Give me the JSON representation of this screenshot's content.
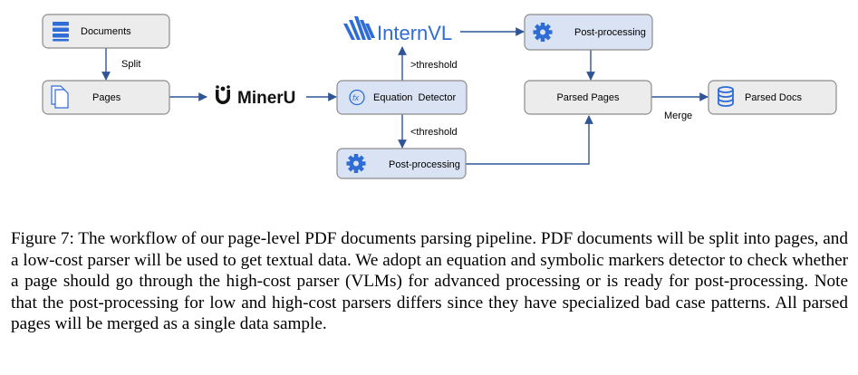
{
  "diagram": {
    "nodes": {
      "documents": "Documents",
      "pages": "Pages",
      "equation_detector": "Equation  Detector",
      "post_processing_high": "Post-processing",
      "post_processing_low": "Post-processing",
      "parsed_pages": "Parsed Pages",
      "parsed_docs": "Parsed Docs"
    },
    "logos": {
      "mineru": "MinerU",
      "internvl": "InternVL"
    },
    "edge_labels": {
      "split": "Split",
      "above_threshold": ">threshold",
      "below_threshold": "<threshold",
      "merge": "Merge"
    },
    "icons": {
      "documents": "stack-icon",
      "pages": "pages-icon",
      "equation_detector": "fx-icon",
      "post_processing": "gear-icon",
      "parsed_docs": "database-icon",
      "minerU": "minerU-logo",
      "internvl": "internvl-logo"
    },
    "colors": {
      "box_gray_fill": "#ececec",
      "box_blue_fill": "#dae3f3",
      "accent_blue": "#2f6cd6",
      "arrow": "#2f5597",
      "border": "#8c8c8c"
    }
  },
  "caption": {
    "text": "Figure 7: The workflow of our page-level PDF documents parsing pipeline. PDF documents will be split into pages, and a low-cost parser will be used to get textual data. We adopt an equation and symbolic markers detector to check whether a page should go through the high-cost parser (VLMs) for advanced processing or is ready for post-processing. Note that the post-processing for low and high-cost parsers differs since they have specialized bad case patterns.  All parsed pages will be merged as a single data sample."
  }
}
